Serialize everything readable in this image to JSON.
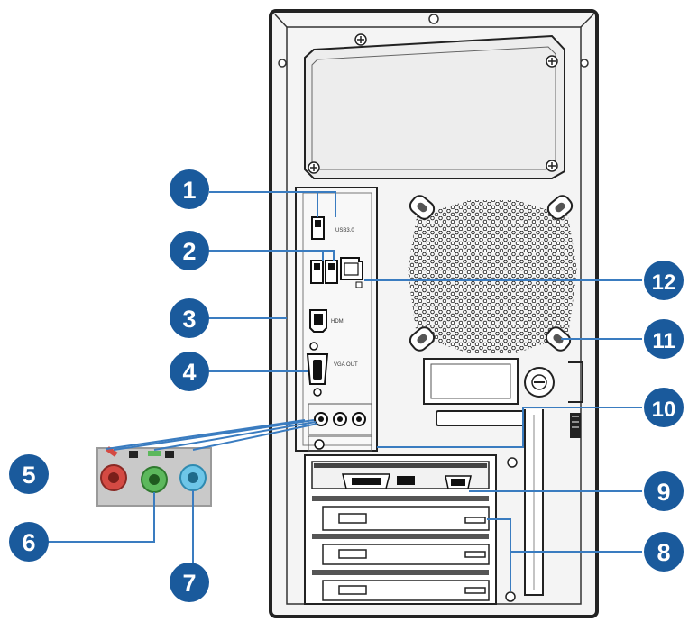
{
  "callouts": [
    {
      "number": "1"
    },
    {
      "number": "2"
    },
    {
      "number": "3"
    },
    {
      "number": "4"
    },
    {
      "number": "5"
    },
    {
      "number": "6"
    },
    {
      "number": "7"
    },
    {
      "number": "8"
    },
    {
      "number": "9"
    },
    {
      "number": "10"
    },
    {
      "number": "11"
    },
    {
      "number": "12"
    }
  ],
  "labels": {
    "usb_label": "USB3.0",
    "hdmi_label": "HDMI",
    "vga_label": "VGA OUT"
  },
  "colors": {
    "callout_fill": "#1a5a9c",
    "leader_line": "#3a7cc0",
    "audio_red": "#d44a43",
    "audio_green": "#5cb85c",
    "audio_blue": "#6ec6e8",
    "audio_panel": "#c9c9c9",
    "chassis_outline": "#222222"
  }
}
